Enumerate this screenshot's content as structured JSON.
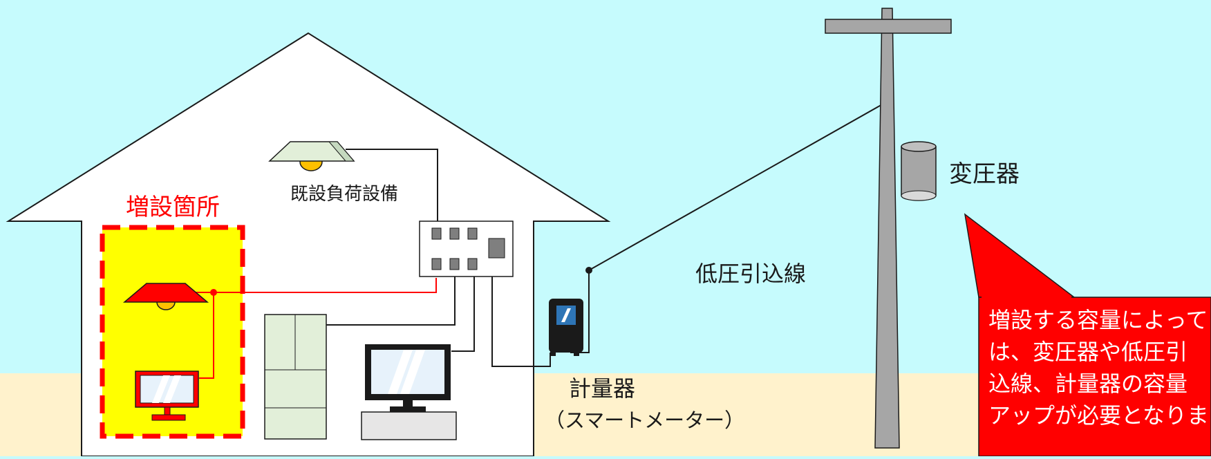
{
  "labels": {
    "existing_load": "既設負荷設備",
    "extension_area": "増設箇所",
    "transformer": "変圧器",
    "low_voltage_service_line": "低圧引込線",
    "meter": "計量器",
    "smart_meter": "（スマートメーター）"
  },
  "callout": {
    "lines": [
      "増設する容量によって",
      "は、変圧器や低圧引",
      "込線、計量器の容量",
      "アップが必要となります"
    ]
  },
  "colors": {
    "sky": "#c6fbfd",
    "ground": "#fff2cc",
    "extension_fill": "#ffff00",
    "extension_border": "#ff0000",
    "callout": "#ff0000",
    "new_wiring": "#ff0000",
    "existing_wiring": "#1a1a1a",
    "pole": "#a6a6a6"
  }
}
